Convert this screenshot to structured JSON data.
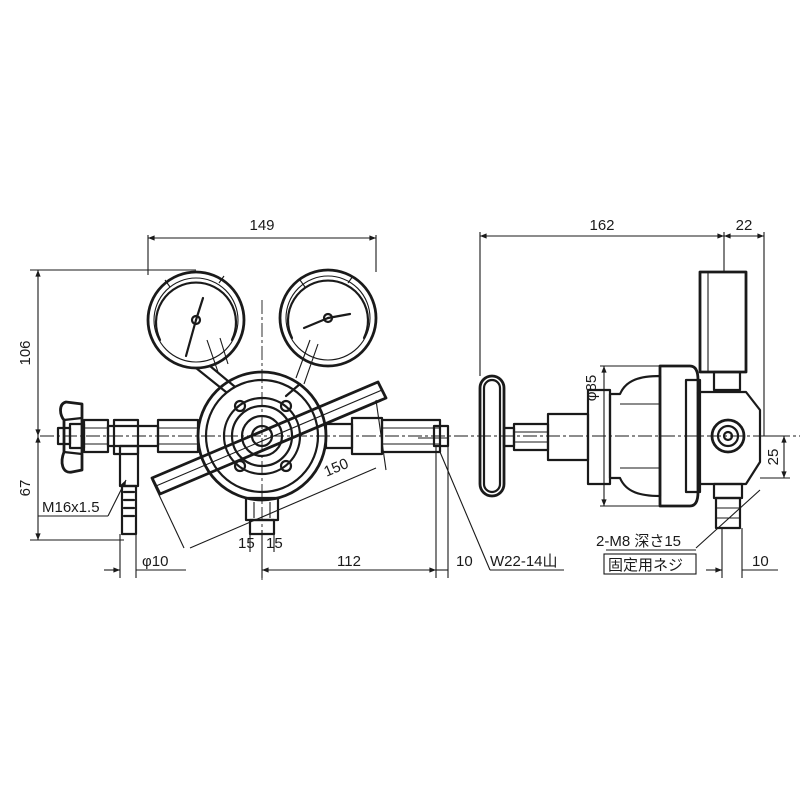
{
  "labels": {
    "width_149": "149",
    "width_162": "162",
    "width_22": "22",
    "height_106": "106",
    "height_67": "67",
    "thread_m16": "M16x1.5",
    "phi_10": "φ10",
    "d_15a": "15",
    "d_15b": "15",
    "d_112": "112",
    "d_10_left": "10",
    "d_150": "150",
    "thread_w22": "W22-14山",
    "phi_85": "φ85",
    "d_25": "25",
    "screw_spec": "2-M8 深さ15",
    "screw_note": "固定用ネジ",
    "d_10_right": "10"
  }
}
